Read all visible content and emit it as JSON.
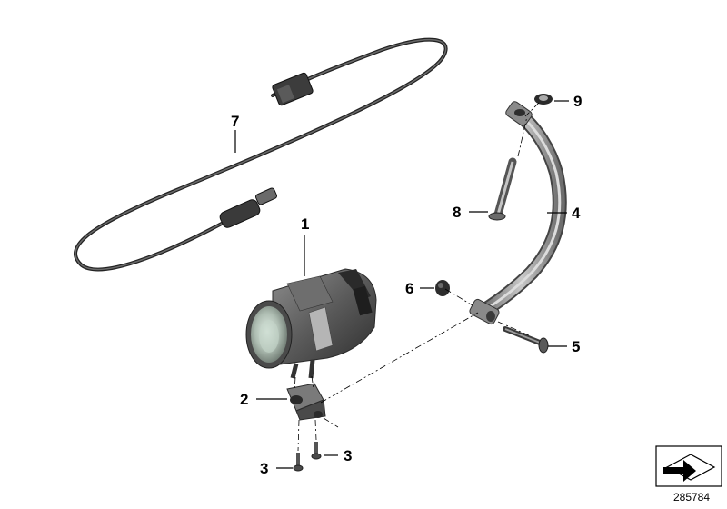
{
  "diagram": {
    "parts": [
      {
        "id": "lamp",
        "callout": "1"
      },
      {
        "id": "bracket",
        "callout": "2"
      },
      {
        "id": "screw-left",
        "callout": "3"
      },
      {
        "id": "screw-right",
        "callout": "3"
      },
      {
        "id": "holder-tube",
        "callout": "4"
      },
      {
        "id": "bolt",
        "callout": "5"
      },
      {
        "id": "rubber-bush",
        "callout": "6"
      },
      {
        "id": "cable",
        "callout": "7"
      },
      {
        "id": "pin",
        "callout": "8"
      },
      {
        "id": "washer",
        "callout": "9"
      }
    ],
    "reference_number": "285784",
    "colors": {
      "line": "#000000",
      "tube": "#9a9a9a",
      "cable": "#3a3a3a",
      "part_dark": "#4a4a4a",
      "part_light": "#8f8f8f"
    }
  }
}
